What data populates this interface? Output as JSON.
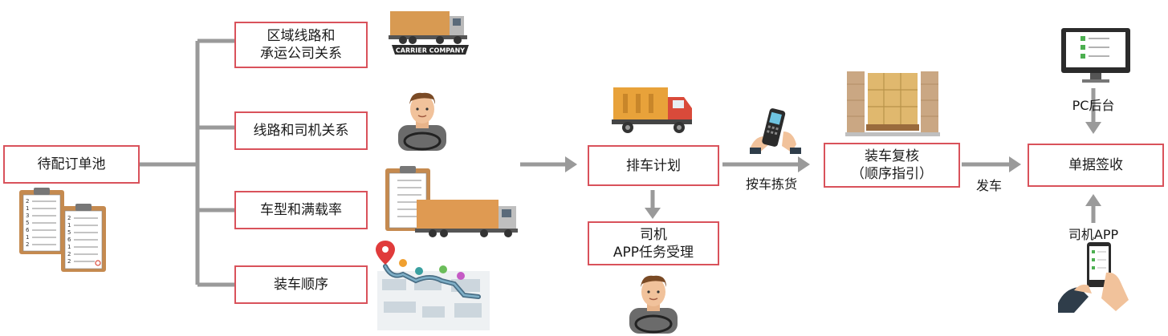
{
  "source_node": {
    "label": "待配订单池"
  },
  "branches": [
    {
      "line1": "区域线路和",
      "line2": "承运公司关系"
    },
    {
      "line1": "线路和司机关系",
      "line2": ""
    },
    {
      "line1": "车型和满载率",
      "line2": ""
    },
    {
      "line1": "装车顺序",
      "line2": ""
    }
  ],
  "plan_node": {
    "label": "排车计划"
  },
  "driver_node": {
    "line1": "司机",
    "line2": "APP任务受理"
  },
  "pick_label": "按车拣货",
  "review_node": {
    "line1": "装车复核",
    "line2": "（顺序指引）"
  },
  "ship_label": "发车",
  "sign_node": {
    "label": "单据签收"
  },
  "pc_label": "PC后台",
  "driver_app_label": "司机APP",
  "carrier_text": "CARRIER COMPANY",
  "checklist_numbers": [
    "2",
    "1",
    "3",
    "5",
    "6",
    "1",
    "2",
    "2"
  ],
  "colors": {
    "box_border": "#d9525b",
    "connector": "#9a9a9a",
    "truck_orange": "#e29a4c",
    "truck_red": "#d94a3a"
  },
  "icons": [
    "checklist-icon",
    "truck-icon",
    "driver-icon",
    "map-route-icon",
    "scanner-icon",
    "pallet-icon",
    "monitor-icon",
    "phone-icon"
  ]
}
